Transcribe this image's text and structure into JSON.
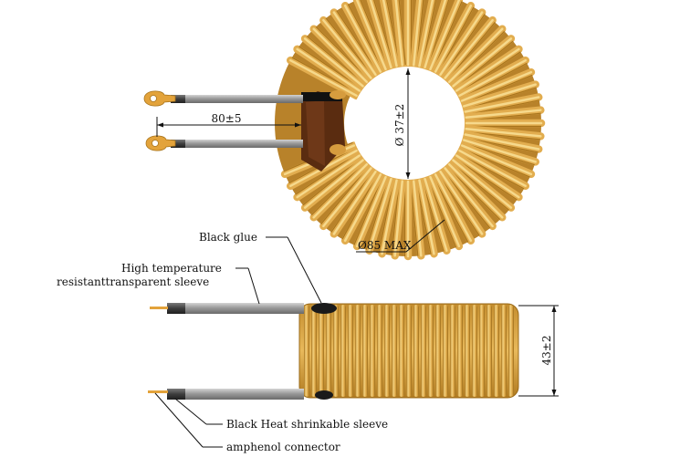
{
  "dimensions": {
    "lead_spacing": "80±5",
    "inner_diameter": "Ø 37±2",
    "outer_diameter": "Ø85 MAX",
    "height": "43±2"
  },
  "callouts": {
    "black_glue": "Black glue",
    "sleeve_line1": "High temperature",
    "sleeve_line2": "resistanttransparent sleeve",
    "heat_shrink": "Black Heat shrinkable sleeve",
    "connector": "amphenol connector"
  },
  "colors": {
    "winding": "#dca646",
    "winding_dark": "#a8741c",
    "winding_light": "#f3d17e",
    "core_brown": "#5a2c10",
    "lead_gray": "#8c8c8c",
    "sleeve_dark": "#4a4a4a",
    "terminal": "#e3a33b"
  }
}
